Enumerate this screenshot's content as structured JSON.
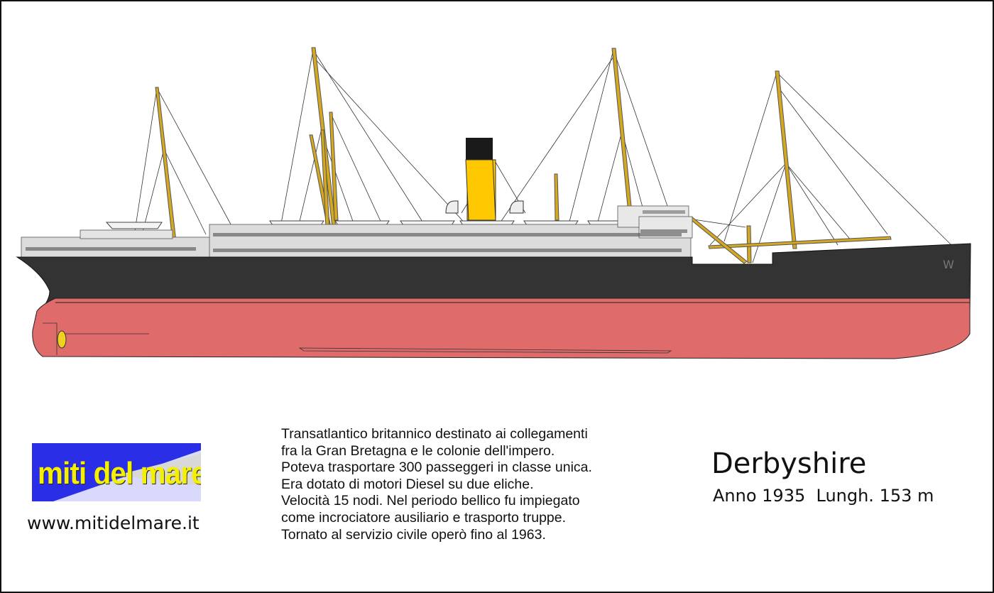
{
  "ship": {
    "name": "Derbyshire",
    "specs": "Anno 1935  Lungh. 153 m"
  },
  "logo": {
    "text": "miti del mare",
    "colors": {
      "background": "#2a2ee6",
      "text": "#f4f000"
    }
  },
  "site": {
    "url": "www.mitidelmare.it"
  },
  "description": {
    "lines": [
      "Transatlantico britannico destinato ai collegamenti",
      "fra la Gran Bretagna e le colonie dell'impero.",
      "Poteva trasportare 300 passeggeri in classe unica.",
      "Era dotato di motori Diesel su due eliche.",
      "Velocità 15 nodi. Nel periodo bellico fu impiegato",
      "come incrociatore ausiliario e trasporto truppe.",
      "Tornato al servizio civile operò fino al 1963."
    ]
  },
  "colors": {
    "hull_upper": "#333333",
    "hull_lower": "#e06b6b",
    "funnel": "#ffc800",
    "funnel_top": "#1a1a1a",
    "masts": "#d4a820",
    "superstructure": "#dcdcdc"
  }
}
